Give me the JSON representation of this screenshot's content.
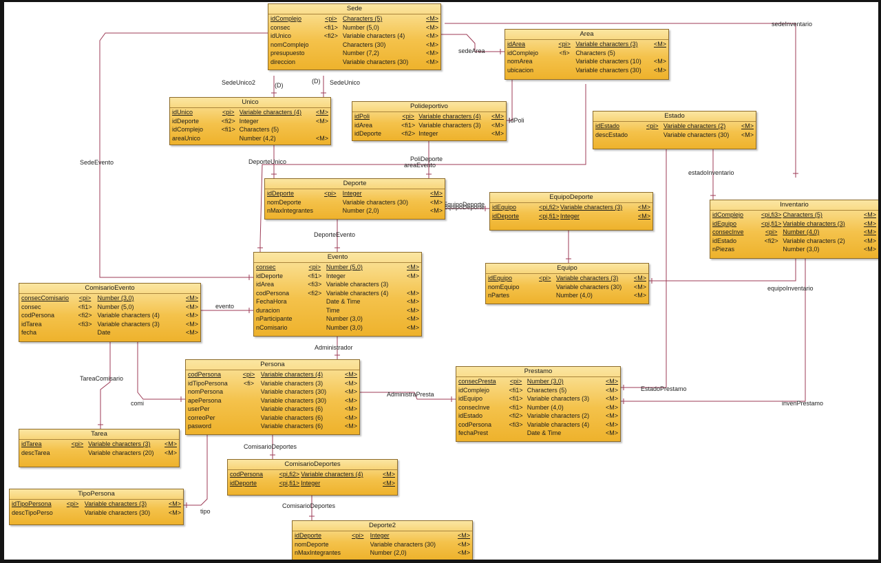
{
  "entities": [
    {
      "name": "Sede",
      "attrs": [
        {
          "n": "idComplejo",
          "k": "<pi>",
          "t": "Characters (5)",
          "m": "<M>",
          "pk": true
        },
        {
          "n": "consec",
          "k": "<fi1>",
          "t": "Number (5,0)",
          "m": "<M>"
        },
        {
          "n": "idUnico",
          "k": "<fi2>",
          "t": "Variable characters (4)",
          "m": "<M>"
        },
        {
          "n": "nomComplejo",
          "k": "",
          "t": "Characters (30)",
          "m": "<M>"
        },
        {
          "n": "presupuesto",
          "k": "",
          "t": "Number (7,2)",
          "m": "<M>"
        },
        {
          "n": "direccion",
          "k": "",
          "t": "Variable characters (30)",
          "m": "<M>"
        }
      ]
    },
    {
      "name": "Area",
      "attrs": [
        {
          "n": "idArea",
          "k": "<pi>",
          "t": "Variable characters (3)",
          "m": "<M>",
          "pk": true
        },
        {
          "n": "idComplejo",
          "k": "<fi>",
          "t": "Characters (5)",
          "m": ""
        },
        {
          "n": "nomArea",
          "k": "",
          "t": "Variable characters (10)",
          "m": "<M>"
        },
        {
          "n": "ubicacion",
          "k": "",
          "t": "Variable characters (30)",
          "m": "<M>"
        }
      ]
    },
    {
      "name": "Unico",
      "attrs": [
        {
          "n": "idUnico",
          "k": "<pi>",
          "t": "Variable characters (4)",
          "m": "<M>",
          "pk": true
        },
        {
          "n": "idDeporte",
          "k": "<fi2>",
          "t": "Integer",
          "m": "<M>"
        },
        {
          "n": "idComplejo",
          "k": "<fi1>",
          "t": "Characters (5)",
          "m": ""
        },
        {
          "n": "areaUnico",
          "k": "",
          "t": "Number (4,2)",
          "m": "<M>"
        }
      ]
    },
    {
      "name": "Polideportivo",
      "attrs": [
        {
          "n": "idPoli",
          "k": "<pi>",
          "t": "Variable characters (4)",
          "m": "<M>",
          "pk": true
        },
        {
          "n": "idArea",
          "k": "<fi1>",
          "t": "Variable characters (3)",
          "m": "<M>"
        },
        {
          "n": "idDeporte",
          "k": "<fi2>",
          "t": "Integer",
          "m": "<M>"
        }
      ]
    },
    {
      "name": "Estado",
      "attrs": [
        {
          "n": "idEstado",
          "k": "<pi>",
          "t": "Variable characters (2)",
          "m": "<M>",
          "pk": true
        },
        {
          "n": "descEstado",
          "k": "",
          "t": "Variable characters (30)",
          "m": "<M>"
        }
      ]
    },
    {
      "name": "Deporte",
      "attrs": [
        {
          "n": "idDeporte",
          "k": "<pi>",
          "t": "Integer",
          "m": "<M>",
          "pk": true
        },
        {
          "n": "nomDeporte",
          "k": "",
          "t": "Variable characters (30)",
          "m": "<M>"
        },
        {
          "n": "nMaxIntegrantes",
          "k": "",
          "t": "Number (2,0)",
          "m": "<M>"
        }
      ]
    },
    {
      "name": "EquipoDeporte",
      "attrs": [
        {
          "n": "idEquipo",
          "k": "<pi,fi2>",
          "t": "Variable characters (3)",
          "m": "<M>",
          "pk": true
        },
        {
          "n": "idDeporte",
          "k": "<pi,fi1>",
          "t": "Integer",
          "m": "<M>",
          "pk": true
        }
      ]
    },
    {
      "name": "Inventario",
      "attrs": [
        {
          "n": "idComplejo",
          "k": "<pi,fi3>",
          "t": "Characters (5)",
          "m": "<M>",
          "pk": true
        },
        {
          "n": "idEquipo",
          "k": "<pi,fi1>",
          "t": "Variable characters (3)",
          "m": "<M>",
          "pk": true
        },
        {
          "n": "consecInve",
          "k": "<pi>",
          "t": "Number (4,0)",
          "m": "<M>",
          "pk": true
        },
        {
          "n": "idEstado",
          "k": "<fi2>",
          "t": "Variable characters (2)",
          "m": "<M>"
        },
        {
          "n": "nPiezas",
          "k": "",
          "t": "Number (3,0)",
          "m": "<M>"
        }
      ]
    },
    {
      "name": "Evento",
      "attrs": [
        {
          "n": "consec",
          "k": "<pi>",
          "t": "Number (5,0)",
          "m": "<M>",
          "pk": true
        },
        {
          "n": "idDeporte",
          "k": "<fi1>",
          "t": "Integer",
          "m": "<M>"
        },
        {
          "n": "idArea",
          "k": "<fi3>",
          "t": "Variable characters (3)",
          "m": ""
        },
        {
          "n": "codPersona",
          "k": "<fi2>",
          "t": "Variable characters (4)",
          "m": "<M>"
        },
        {
          "n": "FechaHora",
          "k": "",
          "t": "Date & Time",
          "m": "<M>"
        },
        {
          "n": "duracion",
          "k": "",
          "t": "Time",
          "m": "<M>"
        },
        {
          "n": "nParticipante",
          "k": "",
          "t": "Number (3,0)",
          "m": "<M>"
        },
        {
          "n": "nComisario",
          "k": "",
          "t": "Number (3,0)",
          "m": "<M>"
        }
      ]
    },
    {
      "name": "Equipo",
      "attrs": [
        {
          "n": "idEquipo",
          "k": "<pi>",
          "t": "Variable characters (3)",
          "m": "<M>",
          "pk": true
        },
        {
          "n": "nomEquipo",
          "k": "",
          "t": "Variable characters (30)",
          "m": "<M>"
        },
        {
          "n": "nPartes",
          "k": "",
          "t": "Number (4,0)",
          "m": "<M>"
        }
      ]
    },
    {
      "name": "ComisarioEvento",
      "attrs": [
        {
          "n": "consecComisario",
          "k": "<pi>",
          "t": "Number (3,0)",
          "m": "<M>",
          "pk": true
        },
        {
          "n": "consec",
          "k": "<fi1>",
          "t": "Number (5,0)",
          "m": "<M>"
        },
        {
          "n": "codPersona",
          "k": "<fi2>",
          "t": "Variable characters (4)",
          "m": "<M>"
        },
        {
          "n": "idTarea",
          "k": "<fi3>",
          "t": "Variable characters (3)",
          "m": "<M>"
        },
        {
          "n": "fecha",
          "k": "",
          "t": "Date",
          "m": "<M>"
        }
      ]
    },
    {
      "name": "Persona",
      "attrs": [
        {
          "n": "codPersona",
          "k": "<pi>",
          "t": "Variable characters (4)",
          "m": "<M>",
          "pk": true
        },
        {
          "n": "idTipoPersona",
          "k": "<fi>",
          "t": "Variable characters (3)",
          "m": "<M>"
        },
        {
          "n": "nomPersona",
          "k": "",
          "t": "Variable characters (30)",
          "m": "<M>"
        },
        {
          "n": "apePersona",
          "k": "",
          "t": "Variable characters (30)",
          "m": "<M>"
        },
        {
          "n": "userPer",
          "k": "",
          "t": "Variable characters (6)",
          "m": "<M>"
        },
        {
          "n": "correoPer",
          "k": "",
          "t": "Variable characters (6)",
          "m": "<M>"
        },
        {
          "n": "pasword",
          "k": "",
          "t": "Variable characters (6)",
          "m": "<M>"
        }
      ]
    },
    {
      "name": "Prestamo",
      "attrs": [
        {
          "n": "consecPresta",
          "k": "<pi>",
          "t": "Number (3,0)",
          "m": "<M>",
          "pk": true
        },
        {
          "n": "idComplejo",
          "k": "<fi1>",
          "t": "Characters (5)",
          "m": "<M>"
        },
        {
          "n": "idEquipo",
          "k": "<fi1>",
          "t": "Variable characters (3)",
          "m": "<M>"
        },
        {
          "n": "consecInve",
          "k": "<fi1>",
          "t": "Number (4,0)",
          "m": "<M>"
        },
        {
          "n": "idEstado",
          "k": "<fi2>",
          "t": "Variable characters (2)",
          "m": "<M>"
        },
        {
          "n": "codPersona",
          "k": "<fi3>",
          "t": "Variable characters (4)",
          "m": "<M>"
        },
        {
          "n": "fechaPrest",
          "k": "",
          "t": "Date & Time",
          "m": "<M>"
        }
      ]
    },
    {
      "name": "Tarea",
      "attrs": [
        {
          "n": "idTarea",
          "k": "<pi>",
          "t": "Variable characters (3)",
          "m": "<M>",
          "pk": true
        },
        {
          "n": "descTarea",
          "k": "",
          "t": "Variable characters (20)",
          "m": "<M>"
        }
      ]
    },
    {
      "name": "ComisarioDeportes",
      "attrs": [
        {
          "n": "codPersona",
          "k": "<pi,fi2>",
          "t": "Variable characters (4)",
          "m": "<M>",
          "pk": true
        },
        {
          "n": "idDeporte",
          "k": "<pi,fi1>",
          "t": "Integer",
          "m": "<M>",
          "pk": true
        }
      ]
    },
    {
      "name": "TipoPersona",
      "attrs": [
        {
          "n": "idTipoPersona",
          "k": "<pi>",
          "t": "Variable characters (3)",
          "m": "<M>",
          "pk": true
        },
        {
          "n": "descTipoPerso",
          "k": "",
          "t": "Variable characters (30)",
          "m": "<M>"
        }
      ]
    },
    {
      "name": "Deporte2",
      "attrs": [
        {
          "n": "idDeporte",
          "k": "<pi>",
          "t": "Integer",
          "m": "<M>",
          "pk": true
        },
        {
          "n": "nomDeporte",
          "k": "",
          "t": "Variable characters (30)",
          "m": "<M>"
        },
        {
          "n": "nMaxIntegrantes",
          "k": "",
          "t": "Number (2,0)",
          "m": "<M>"
        }
      ]
    }
  ],
  "relationships": [
    "sedeInventario",
    "sedeArea",
    "SedeUnico2",
    "(D)",
    "(D)",
    "SedeUnico",
    "SedeEvento",
    "DeporteUnico",
    "IdPoli",
    "PoliDeporte",
    "areaEvento",
    "estadoInventario",
    "EquipoDeporte",
    "EquipoDeporte",
    "DeporteEvento",
    "equipoInventario",
    "evento",
    "Administrador",
    "TareaComisario",
    "comi",
    "AdministraPresta",
    "EstadoPrestamo",
    "invenPrestamo",
    "ComisarioDeportes",
    "ComisarioDeportes",
    "tipo"
  ]
}
